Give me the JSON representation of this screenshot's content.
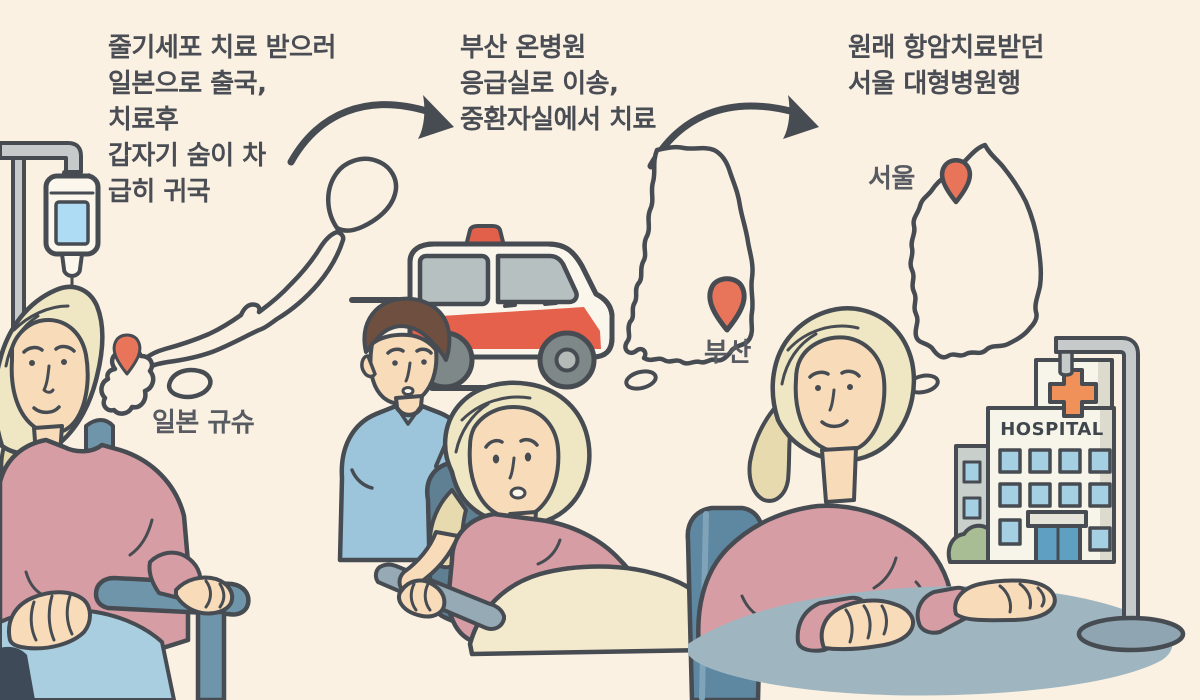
{
  "scene_title": "cancer-patient-treatment-journey-infographic",
  "captions": {
    "japan": {
      "lines": [
        "줄기세포 치료 받으러",
        "일본으로 출국,",
        "치료후",
        "갑자기 숨이 차",
        "급히 귀국"
      ]
    },
    "busan": {
      "lines": [
        "부산 온병원",
        "응급실로 이송,",
        "중환자실에서 치료"
      ]
    },
    "seoul": {
      "lines": [
        "원래 항암치료받던",
        "서울 대형병원행"
      ]
    }
  },
  "map_labels": {
    "japan_kyushu": "일본 규슈",
    "busan": "부산",
    "seoul": "서울"
  },
  "hospital": {
    "sign": "HOSPITAL"
  },
  "icons": [
    "location-pin-icon",
    "arrow-right-icon",
    "ambulance-icon",
    "hospital-icon",
    "iv-drip-icon",
    "red-cross-icon"
  ],
  "colors": {
    "background": "#FAF1E3",
    "ink_outline": "#474C53",
    "caption_text": "#4A4E54",
    "map_label_text": "#585C62",
    "location_pin": "#E8745A",
    "ambulance_red": "#E5614B",
    "hospital_cross_orange": "#EF9159",
    "window_blue": "#A5CFE3",
    "iv_fluid_blue": "#AEDCF4",
    "skin": "#F8DCBA",
    "headscarf_cream": "#EFE6C3",
    "sweater_pink": "#D79DA4",
    "caregiver_shirt_blue": "#9CC5DB",
    "caregiver_hair_brown": "#6F5040",
    "wheelchair_blue": "#5F7F92",
    "chair_blue": "#6E95AA",
    "lap_blanket_blue": "#A9CEDF",
    "bed_blanket_cream": "#F3E9CC",
    "desk_gray_blue": "#9FB6C0",
    "pole_gray": "#C6CACA"
  }
}
